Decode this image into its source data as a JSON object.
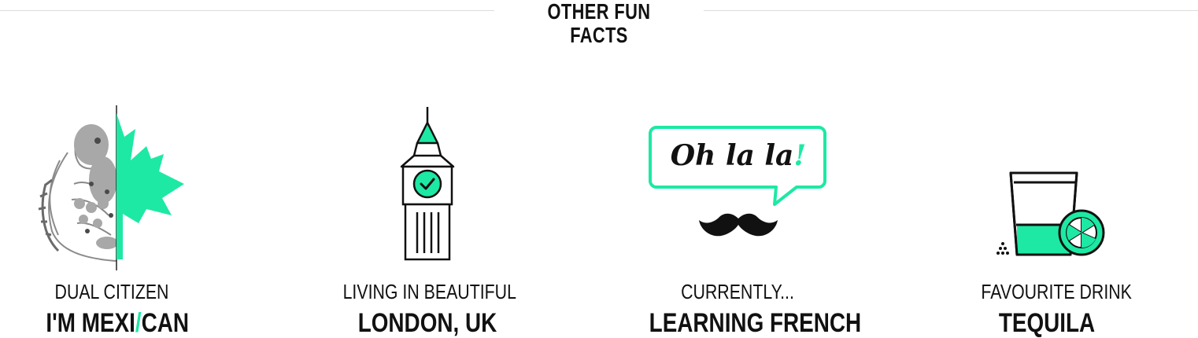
{
  "section": {
    "title": "OTHER FUN FACTS"
  },
  "colors": {
    "accent": "#1de9a4",
    "ink": "#111111",
    "rule": "#dcdcdc"
  },
  "facts": [
    {
      "icon": "mexico-canada-emblem-icon",
      "label": "DUAL CITIZEN",
      "value_part1": "I'M MEXI",
      "value_separator": "/",
      "value_part2": "CAN"
    },
    {
      "icon": "big-ben-icon",
      "label": "LIVING IN BEAUTIFUL",
      "value": "LONDON, UK"
    },
    {
      "icon": "speech-bubble-mustache-icon",
      "label": "CURRENTLY...",
      "value": "LEARNING FRENCH",
      "bubble_text": "Oh la la",
      "bubble_mark": "!"
    },
    {
      "icon": "tequila-shot-icon",
      "label": "FAVOURITE DRINK",
      "value": "TEQUILA"
    }
  ]
}
